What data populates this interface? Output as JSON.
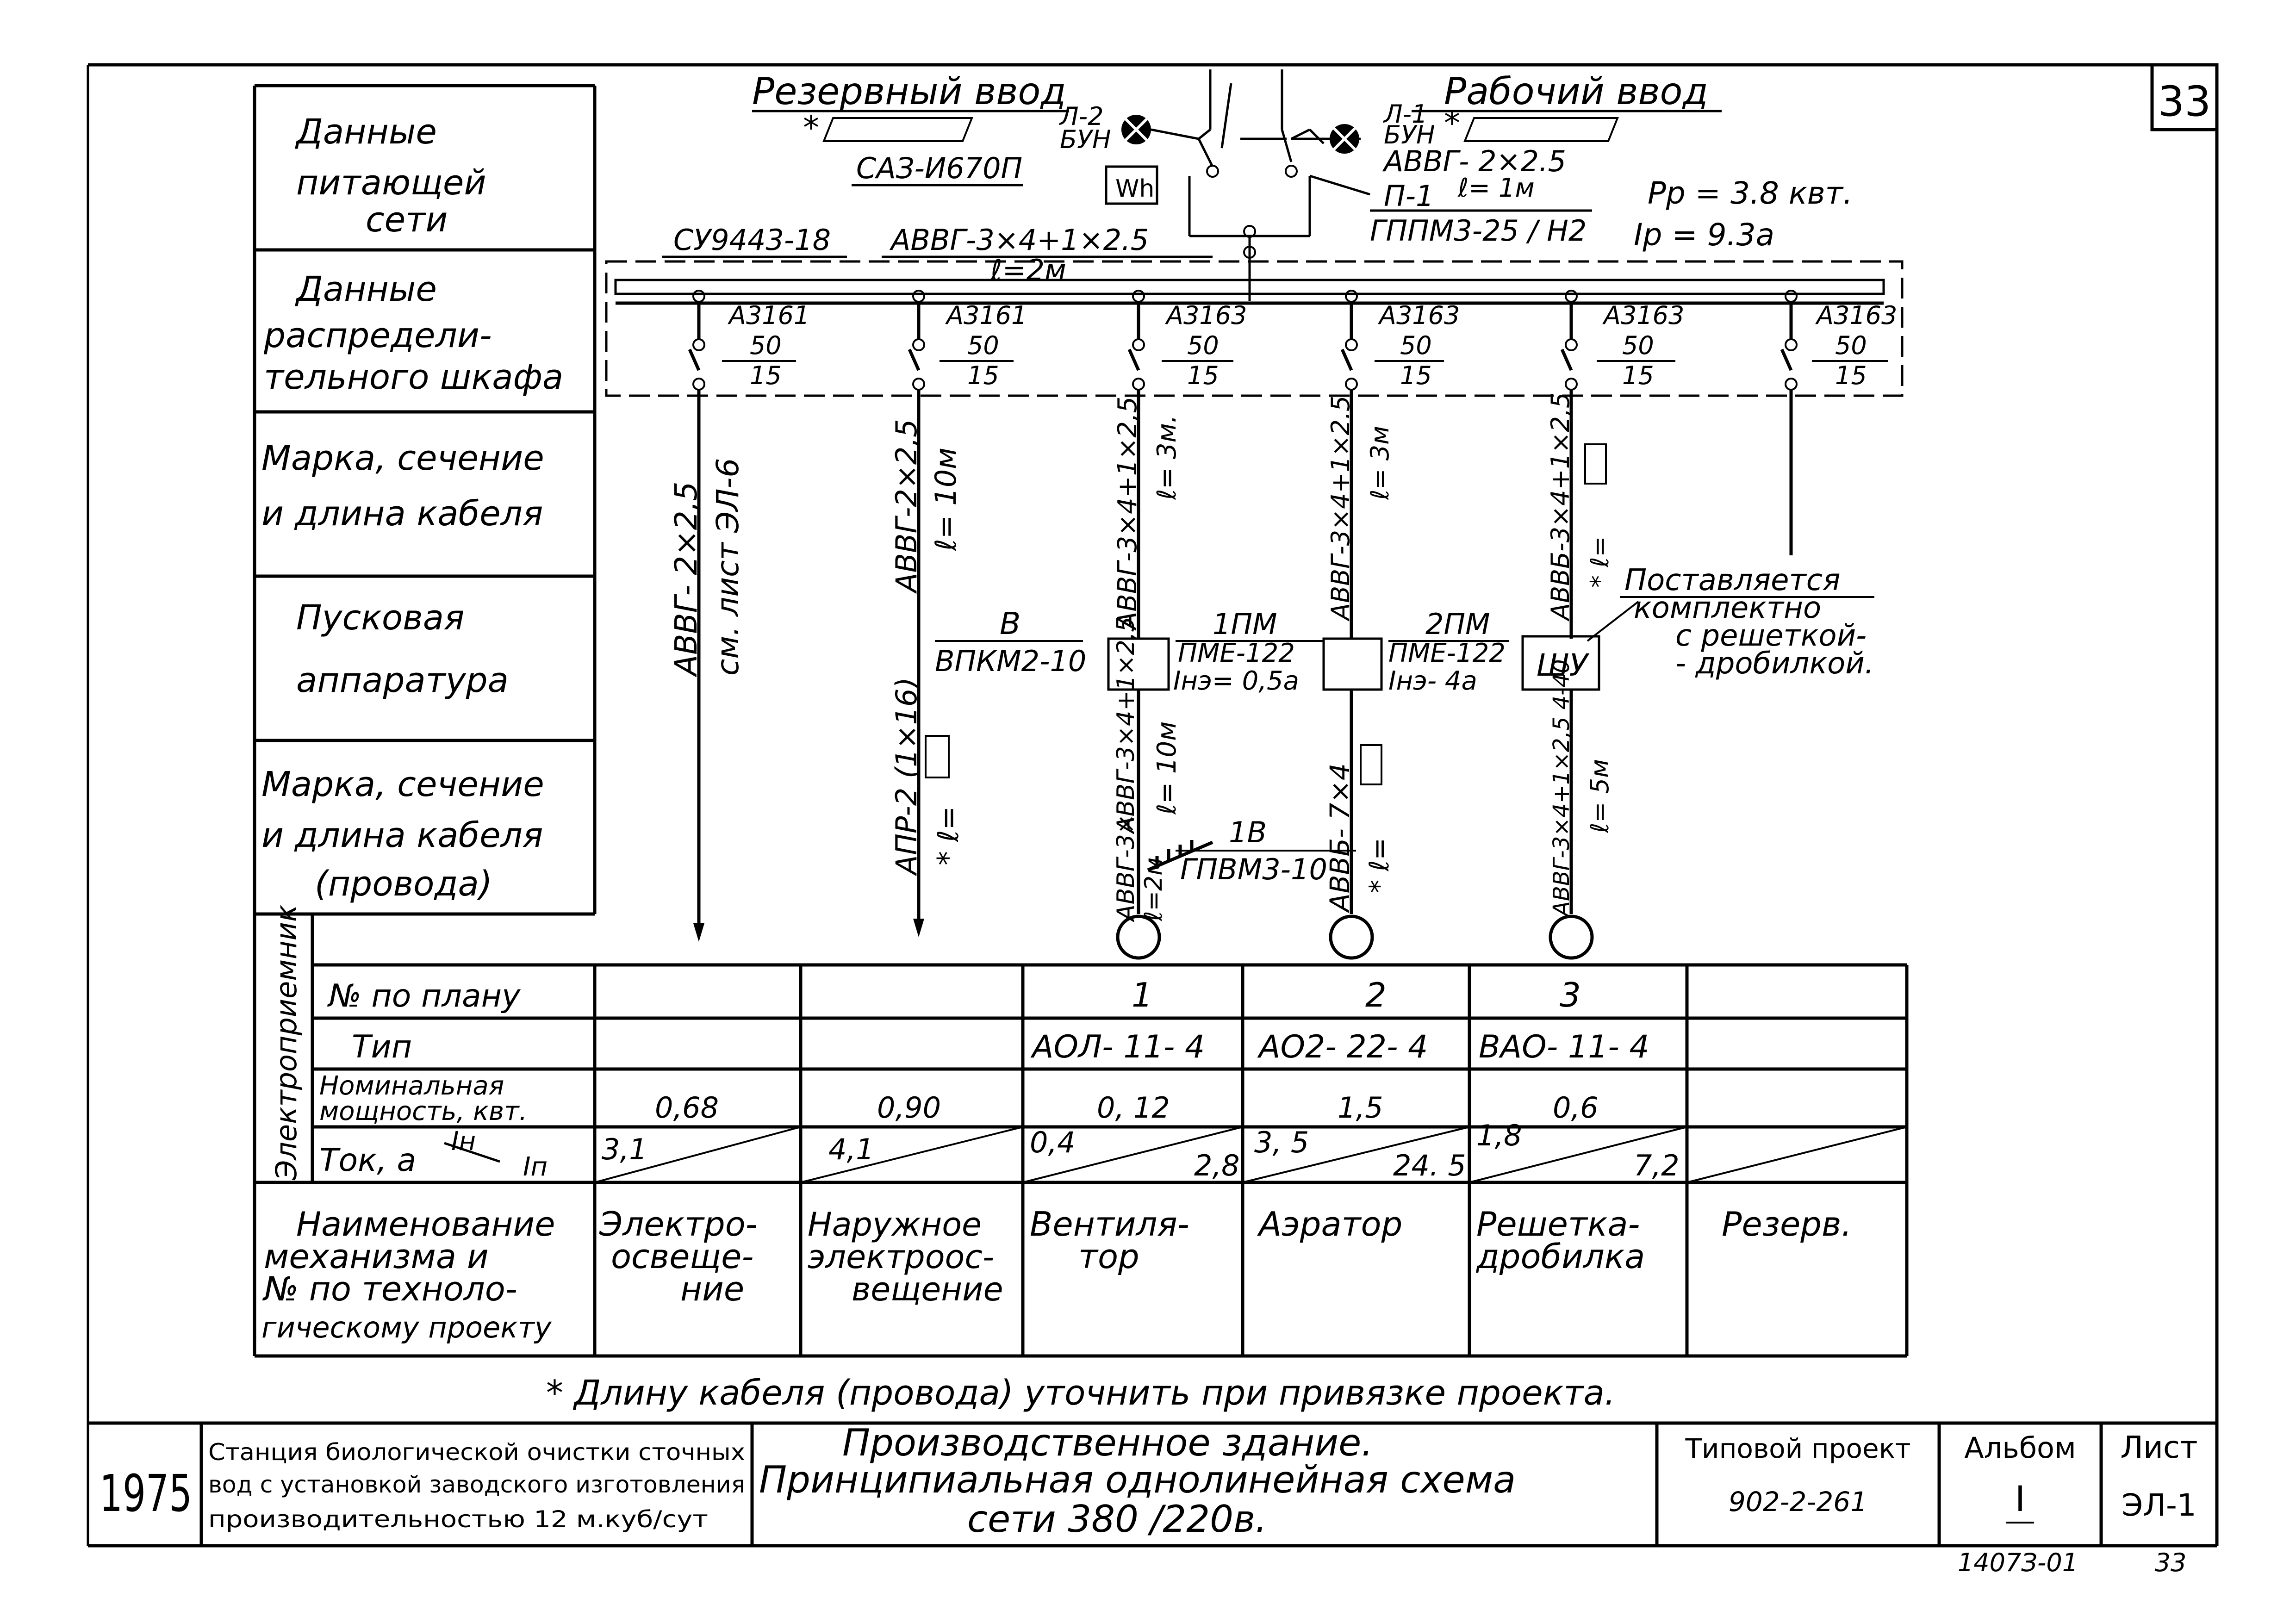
{
  "sheet": {
    "page_number": "33",
    "corner_code": "1407З-01",
    "corner_page": "33"
  },
  "left_rows": [
    [
      "Данные",
      "питающей",
      "сети"
    ],
    [
      "Данные",
      "распредели-",
      "тельного шкафа"
    ],
    [
      "Марка, сечение",
      "и длина кабеля"
    ],
    [
      "Пусковая",
      "аппаратура"
    ],
    [
      "Марка, сечение",
      "и длина кабеля",
      "(провода)"
    ]
  ],
  "supply": {
    "reserve_input": "Резервный ввод",
    "work_input": "Рабочий ввод",
    "reserve_mark": "*",
    "work_mark": "*",
    "reserve_lamp": [
      "Л-2",
      "БУН"
    ],
    "work_lamp": [
      "Л-1",
      "БУН"
    ],
    "meter": "САЗ-И670П",
    "meter_symbol": "Wh",
    "work_cable": "АВВГ- 2×2.5",
    "work_cable_len": "ℓ= 1м",
    "switch_label": "П-1",
    "switch_type": "ГППМ3-25 / Н2",
    "power_p": "Pр = 3.8 квт.",
    "current_i": "Iр = 9.3а"
  },
  "cabinet": {
    "type": "СУ9443-18",
    "cable": "АВВГ-3×4+1×2.5",
    "length": "ℓ=2м"
  },
  "feeders": [
    {
      "breaker": "А3161",
      "rated": "50",
      "setting": "15",
      "cable": "АВВГ- 2×2,5",
      "cable_note": "см. лист ЭЛ-6"
    },
    {
      "breaker": "А3161",
      "rated": "50",
      "setting": "15",
      "cable": "АВВГ-2×2,5",
      "cable_note": "ℓ= 10м",
      "starter": "В",
      "starter_type": "ВПКМ2-10",
      "wire": "АПР-2 (1×16)",
      "wire_note": "* ℓ="
    },
    {
      "breaker": "А3163",
      "rated": "50",
      "setting": "15",
      "cable": "АВВГ-3×4+1×2,5",
      "cable_note": "ℓ= 3м.",
      "starter": "1ПМ",
      "starter_type": "ПМЕ-122",
      "starter_current": "Iнэ= 0,5а",
      "wire": "АВВГ-3×4+1×2,5",
      "wire_note": "ℓ= 10м",
      "wire2": "АВВГ-3×",
      "wire2_note": "ℓ=2м",
      "post": "1В",
      "post_type": "ГПВМ3-10"
    },
    {
      "breaker": "А3163",
      "rated": "50",
      "setting": "15",
      "cable": "АВВГ-3×4+1×2.5",
      "cable_note": "ℓ= 3м",
      "starter": "2ПМ",
      "starter_type": "ПМЕ-122",
      "starter_current": "Iнэ- 4а",
      "wire": "АВВБ- 7×4",
      "wire_note": "* ℓ="
    },
    {
      "breaker": "А3163",
      "rated": "50",
      "setting": "15",
      "cable": "АВВБ-3×4+1×2,5",
      "cable_note": "* ℓ=",
      "starter": "ШУ",
      "wire": "АВВГ-3×4+1×2,5 4-40",
      "wire_note": "ℓ= 5м"
    },
    {
      "breaker": "А3163",
      "rated": "50",
      "setting": "15"
    }
  ],
  "supplied_note": [
    "Поставляется",
    "комплектно",
    "с решеткой-",
    "- дробилкой."
  ],
  "receiver": {
    "group": "Электроприемник",
    "row_labels": {
      "plan_no": "№ по плану",
      "type": "Тип",
      "power": [
        "Номинальная",
        "мощность, квт."
      ],
      "current": "Ток, а",
      "in": "Iн",
      "ip": "Iп",
      "mechanism": [
        "Наименование",
        "механизма и",
        "№ по техноло-",
        "гическому проекту"
      ]
    },
    "columns": [
      {
        "plan": "",
        "type": "",
        "power": "0,68",
        "in": "3,1",
        "ip": "",
        "name": [
          "Электро-",
          "освеще-",
          "ние"
        ]
      },
      {
        "plan": "",
        "type": "",
        "power": "0,90",
        "in": "4,1",
        "ip": "",
        "name": [
          "Наружное",
          "электроос-",
          "вещение"
        ]
      },
      {
        "plan": "1",
        "type": "АОЛ- 11- 4",
        "power": "0, 12",
        "in": "0,4",
        "ip": "2,8",
        "name": [
          "Вентиля-",
          "тор"
        ]
      },
      {
        "plan": "2",
        "type": "АО2- 22- 4",
        "power": "1,5",
        "in": "3, 5",
        "ip": "24. 5",
        "name": [
          "Аэратор"
        ]
      },
      {
        "plan": "3",
        "type": "ВАО- 11- 4",
        "power": "0,6",
        "in": "1,8",
        "ip": "7,2",
        "name": [
          "Решетка-",
          "дробилка"
        ]
      },
      {
        "plan": "",
        "type": "",
        "power": "",
        "in": "",
        "ip": "",
        "name": [
          "Резерв."
        ]
      }
    ]
  },
  "footnote": "* Длину кабеля (провода) уточнить при привязке проекта.",
  "title_block": {
    "year": "1975",
    "station": [
      "Станция биологической очистки сточных",
      "вод с установкой заводского изготовления",
      "производительностью 12 м.куб/сут"
    ],
    "drawing_title": [
      "Производственное здание.",
      "Принципиальная однолинейная схема",
      "сети 380 /220в."
    ],
    "project_label": "Типовой проект",
    "project_number": "902-2-261",
    "album_label": "Альбом",
    "album_number": "I",
    "sheet_label": "Лист",
    "sheet_number": "ЭЛ-1"
  }
}
